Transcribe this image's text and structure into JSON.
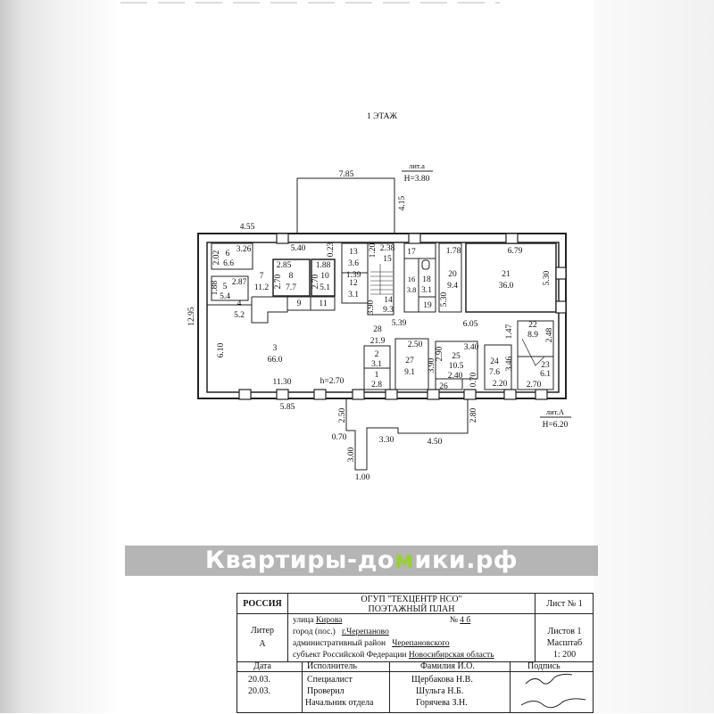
{
  "floor_title": "1 ЭТАЖ",
  "annex": {
    "label": "лит.а",
    "height": "H=3.80"
  },
  "main_building": {
    "label": "лит.А",
    "height": "H=6.20"
  },
  "rooms": [
    {
      "num": "1",
      "area": "2.8"
    },
    {
      "num": "2",
      "area": "3.1"
    },
    {
      "num": "3",
      "area": "66.0"
    },
    {
      "num": "4",
      "area": "5.2"
    },
    {
      "num": "5",
      "area": "5.4"
    },
    {
      "num": "6",
      "area": "6.6"
    },
    {
      "num": "7",
      "area": "11.2"
    },
    {
      "num": "8",
      "area": "7.7"
    },
    {
      "num": "9"
    },
    {
      "num": "10",
      "area": "5.1"
    },
    {
      "num": "11"
    },
    {
      "num": "12",
      "area": "3.1"
    },
    {
      "num": "13",
      "area": "3.6"
    },
    {
      "num": "14",
      "area": "9.3"
    },
    {
      "num": "15"
    },
    {
      "num": "16",
      "area": "3.8"
    },
    {
      "num": "17"
    },
    {
      "num": "18",
      "area": "3.1"
    },
    {
      "num": "19"
    },
    {
      "num": "20",
      "area": "9.4"
    },
    {
      "num": "21",
      "area": "36.0"
    },
    {
      "num": "22",
      "area": "8.9"
    },
    {
      "num": "23",
      "area": "6.1"
    },
    {
      "num": "24",
      "area": "7.6"
    },
    {
      "num": "25",
      "area": "10.5"
    },
    {
      "num": "26"
    },
    {
      "num": "27",
      "area": "9.1"
    },
    {
      "num": "28",
      "area": "21.9"
    }
  ],
  "dims": [
    "7.85",
    "4.15",
    "4.55",
    "12.95",
    "6.10",
    "5.40",
    "3.26",
    "2.02",
    "1.88",
    "2.87",
    "2.85",
    "2.70",
    "1.88",
    "2.70",
    "0.23",
    "1.39",
    "3.90",
    "1.20",
    "2.38",
    "1.78",
    "6.79",
    "5.30",
    "5.30",
    "5.39",
    "6.05",
    "1.47",
    "2.48",
    "2.50",
    "3.90",
    "2.90",
    "3.40",
    "2.40",
    "0.70",
    "3.46",
    "2.20",
    "2.70",
    "11.30",
    "h=2.70",
    "5.85",
    "2.50",
    "2.80",
    "0.70",
    "3.00",
    "3.30",
    "4.50",
    "1.00"
  ],
  "title_block": {
    "country": "РОССИЯ",
    "org": "ОГУП \"ТЕХЦЕНТР НСО\"",
    "doc": "ПОЭТАЖНЫЙ ПЛАН",
    "sheet": "Лист № 1",
    "liter_label": "Литер",
    "liter": "А",
    "street_label": "улица",
    "street": "Кирова",
    "number_label": "№",
    "number": "4 б",
    "city_label": "город (пос.)",
    "city": "г.Черепаново",
    "district_label": "административный район",
    "district": "Черепановского",
    "subject_label": "субъект Российской Федерации",
    "subject": "Новосибирская область",
    "sheets": "Листов 1",
    "scale_label": "Масштаб",
    "scale": "1: 200",
    "headers": [
      "Дата",
      "Исполнитель",
      "Фамилия И.О.",
      "Подпись"
    ],
    "rows": [
      {
        "date": "20.03.",
        "role": "Специалист",
        "name": "Щербакова Н.В."
      },
      {
        "date": "20.03.",
        "role": "Проверил",
        "name": "Шульга Н.Б."
      },
      {
        "date": "",
        "role": "Начальник отдела",
        "name": "Горячева З.Н."
      }
    ]
  },
  "watermark": {
    "part1": "Квартиры-до",
    "part2": "м",
    "part3": "ики.рф"
  }
}
